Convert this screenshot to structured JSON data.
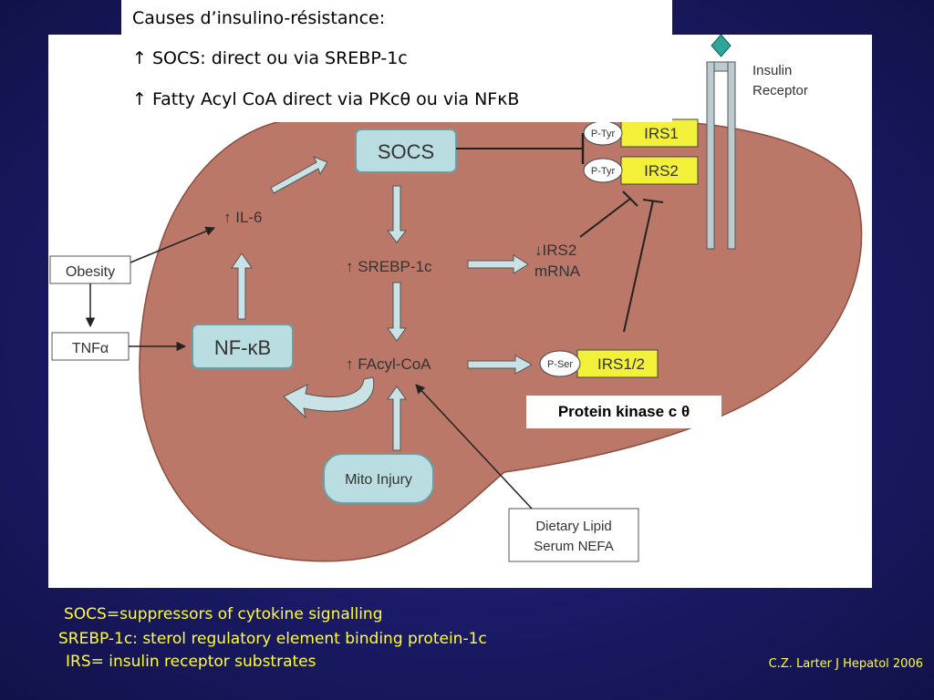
{
  "caption": {
    "line1": "Causes d’insulino-résistance:",
    "line2": "↑ SOCS: direct ou via SREBP-1c",
    "line3": "↑ Fatty Acyl CoA direct via PKcθ ou via NFκB"
  },
  "nodes": {
    "socs": "SOCS",
    "il6": "↑ IL-6",
    "obesity": "Obesity",
    "tnf": "TNFα",
    "nfkb": "NF-κB",
    "srebp": "↑ SREBP-1c",
    "irs2_mrna_line1": "↓IRS2",
    "irs2_mrna_line2": "mRNA",
    "facyl": "↑ FAcyl-CoA",
    "mito": "Mito Injury",
    "dietary_line1": "Dietary Lipid",
    "dietary_line2": "Serum NEFA",
    "ptyr1": "P-Tyr",
    "ptyr2": "P-Tyr",
    "irs1": "IRS1",
    "irs2": "IRS2",
    "pser": "P-Ser",
    "irs12": "IRS1/2",
    "receptor_line1": "Insulin",
    "receptor_line2": "Receptor"
  },
  "pkc_label": "Protein kinase c θ",
  "footnotes": {
    "socs": "SOCS=suppressors of cytokine signalling",
    "srebp": "SREBP-1c: sterol regulatory element binding protein-1c",
    "irs": "IRS= insulin receptor substrates"
  },
  "citation": "C.Z. Larter J Hepatol 2006",
  "colors": {
    "liver": "#bb7767",
    "teal_box": "#b9dde0",
    "irs_yellow": "#f3f03a",
    "background": "#1e1e6e",
    "footnote_text": "#ffff33"
  }
}
